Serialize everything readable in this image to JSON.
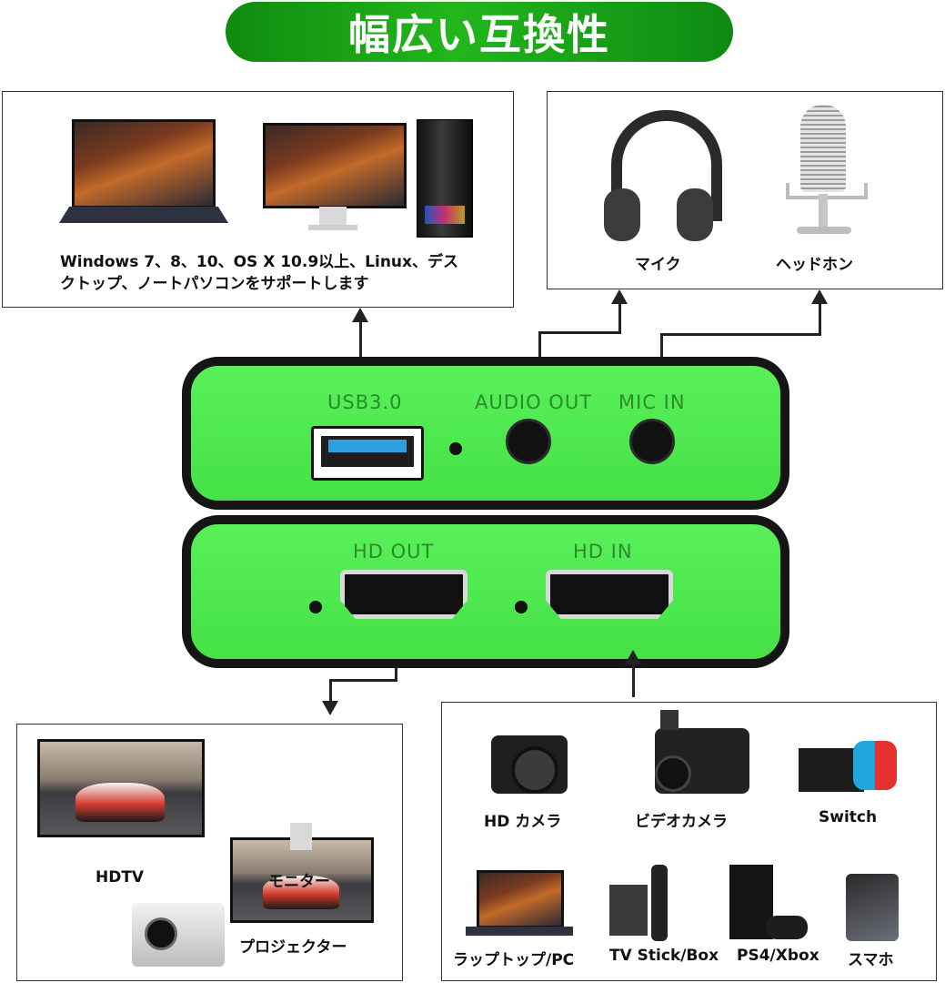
{
  "banner": {
    "title": "幅広い互換性"
  },
  "computers": {
    "text_line1": "Windows 7、8、10、OS X 10.9以上、Linux、デス",
    "text_line2": "クトップ、ノートパソコンをサポートします"
  },
  "audio": {
    "headphones_label": "マイク",
    "mic_label": "ヘッドホン"
  },
  "device": {
    "usb_label": "USB3.0",
    "audio_out_label": "AUDIO OUT",
    "mic_in_label": "MIC IN",
    "hd_out_label": "HD OUT",
    "hd_in_label": "HD IN"
  },
  "outputs": {
    "hdtv_label": "HDTV",
    "monitor_label": "モニター",
    "projector_label": "プロジェクター"
  },
  "inputs": {
    "camera_label": "HD カメラ",
    "camcorder_label": "ビデオカメラ",
    "switch_label": "Switch",
    "laptop_label": "ラップトップ/PC",
    "tvstick_label": "TV Stick/Box",
    "ps4_label": "PS4/Xbox",
    "phone_label": "スマホ"
  }
}
